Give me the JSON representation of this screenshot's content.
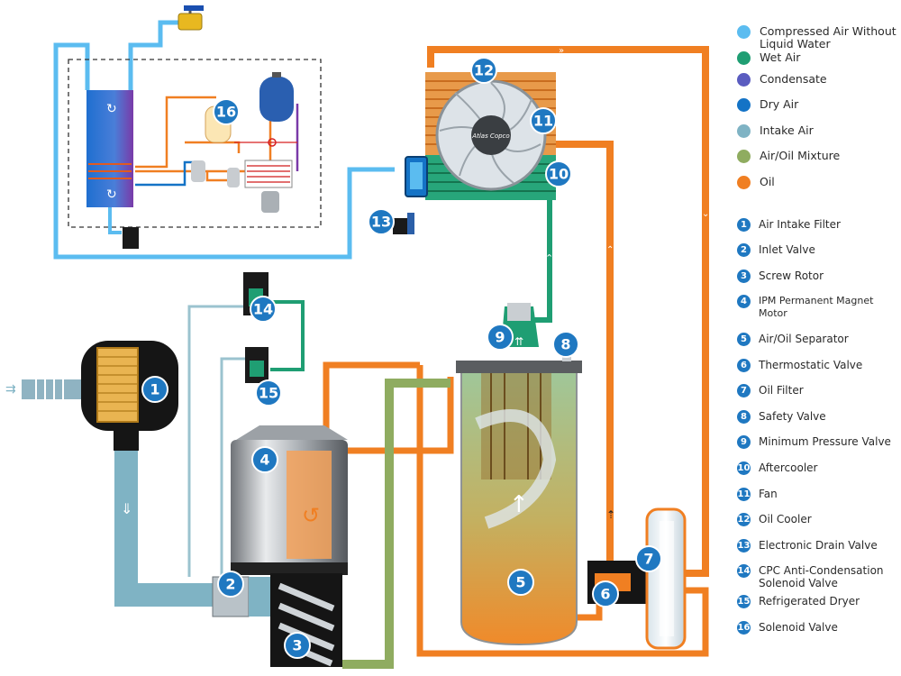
{
  "legend_colors": [
    {
      "label": "Compressed Air Without Liquid Water",
      "color": "#5bbcf0",
      "icon": "circle-swatch"
    },
    {
      "label": "Wet Air",
      "color": "#1f9e73",
      "icon": "circle-swatch"
    },
    {
      "label": "Condensate",
      "color": "#5a5cc0",
      "icon": "circle-swatch"
    },
    {
      "label": "Dry Air",
      "color": "#1473c6",
      "icon": "circle-swatch"
    },
    {
      "label": "Intake Air",
      "color": "#7fb3c4",
      "icon": "circle-swatch"
    },
    {
      "label": "Air/Oil Mixture",
      "color": "#8fac60",
      "icon": "circle-swatch"
    },
    {
      "label": "Oil",
      "color": "#f07f22",
      "icon": "circle-swatch"
    }
  ],
  "components": [
    {
      "num": "1",
      "label": "Air Intake Filter"
    },
    {
      "num": "2",
      "label": "Inlet Valve"
    },
    {
      "num": "3",
      "label": "Screw Rotor"
    },
    {
      "num": "4",
      "label": "IPM Permanent Magnet Motor"
    },
    {
      "num": "5",
      "label": "Air/Oil Separator"
    },
    {
      "num": "6",
      "label": "Thermostatic Valve"
    },
    {
      "num": "7",
      "label": "Oil Filter"
    },
    {
      "num": "8",
      "label": "Safety Valve"
    },
    {
      "num": "9",
      "label": "Minimum Pressure Valve"
    },
    {
      "num": "10",
      "label": "Aftercooler"
    },
    {
      "num": "11",
      "label": "Fan"
    },
    {
      "num": "12",
      "label": "Oil Cooler"
    },
    {
      "num": "13",
      "label": "Electronic Drain Valve"
    },
    {
      "num": "14",
      "label": "CPC Anti-Condensation Solenoid Valve"
    },
    {
      "num": "15",
      "label": "Refrigerated Dryer"
    },
    {
      "num": "16",
      "label": "Solenoid Valve"
    }
  ],
  "fan_brand": "Atlas Copco",
  "badge_color": "#1f78c1"
}
